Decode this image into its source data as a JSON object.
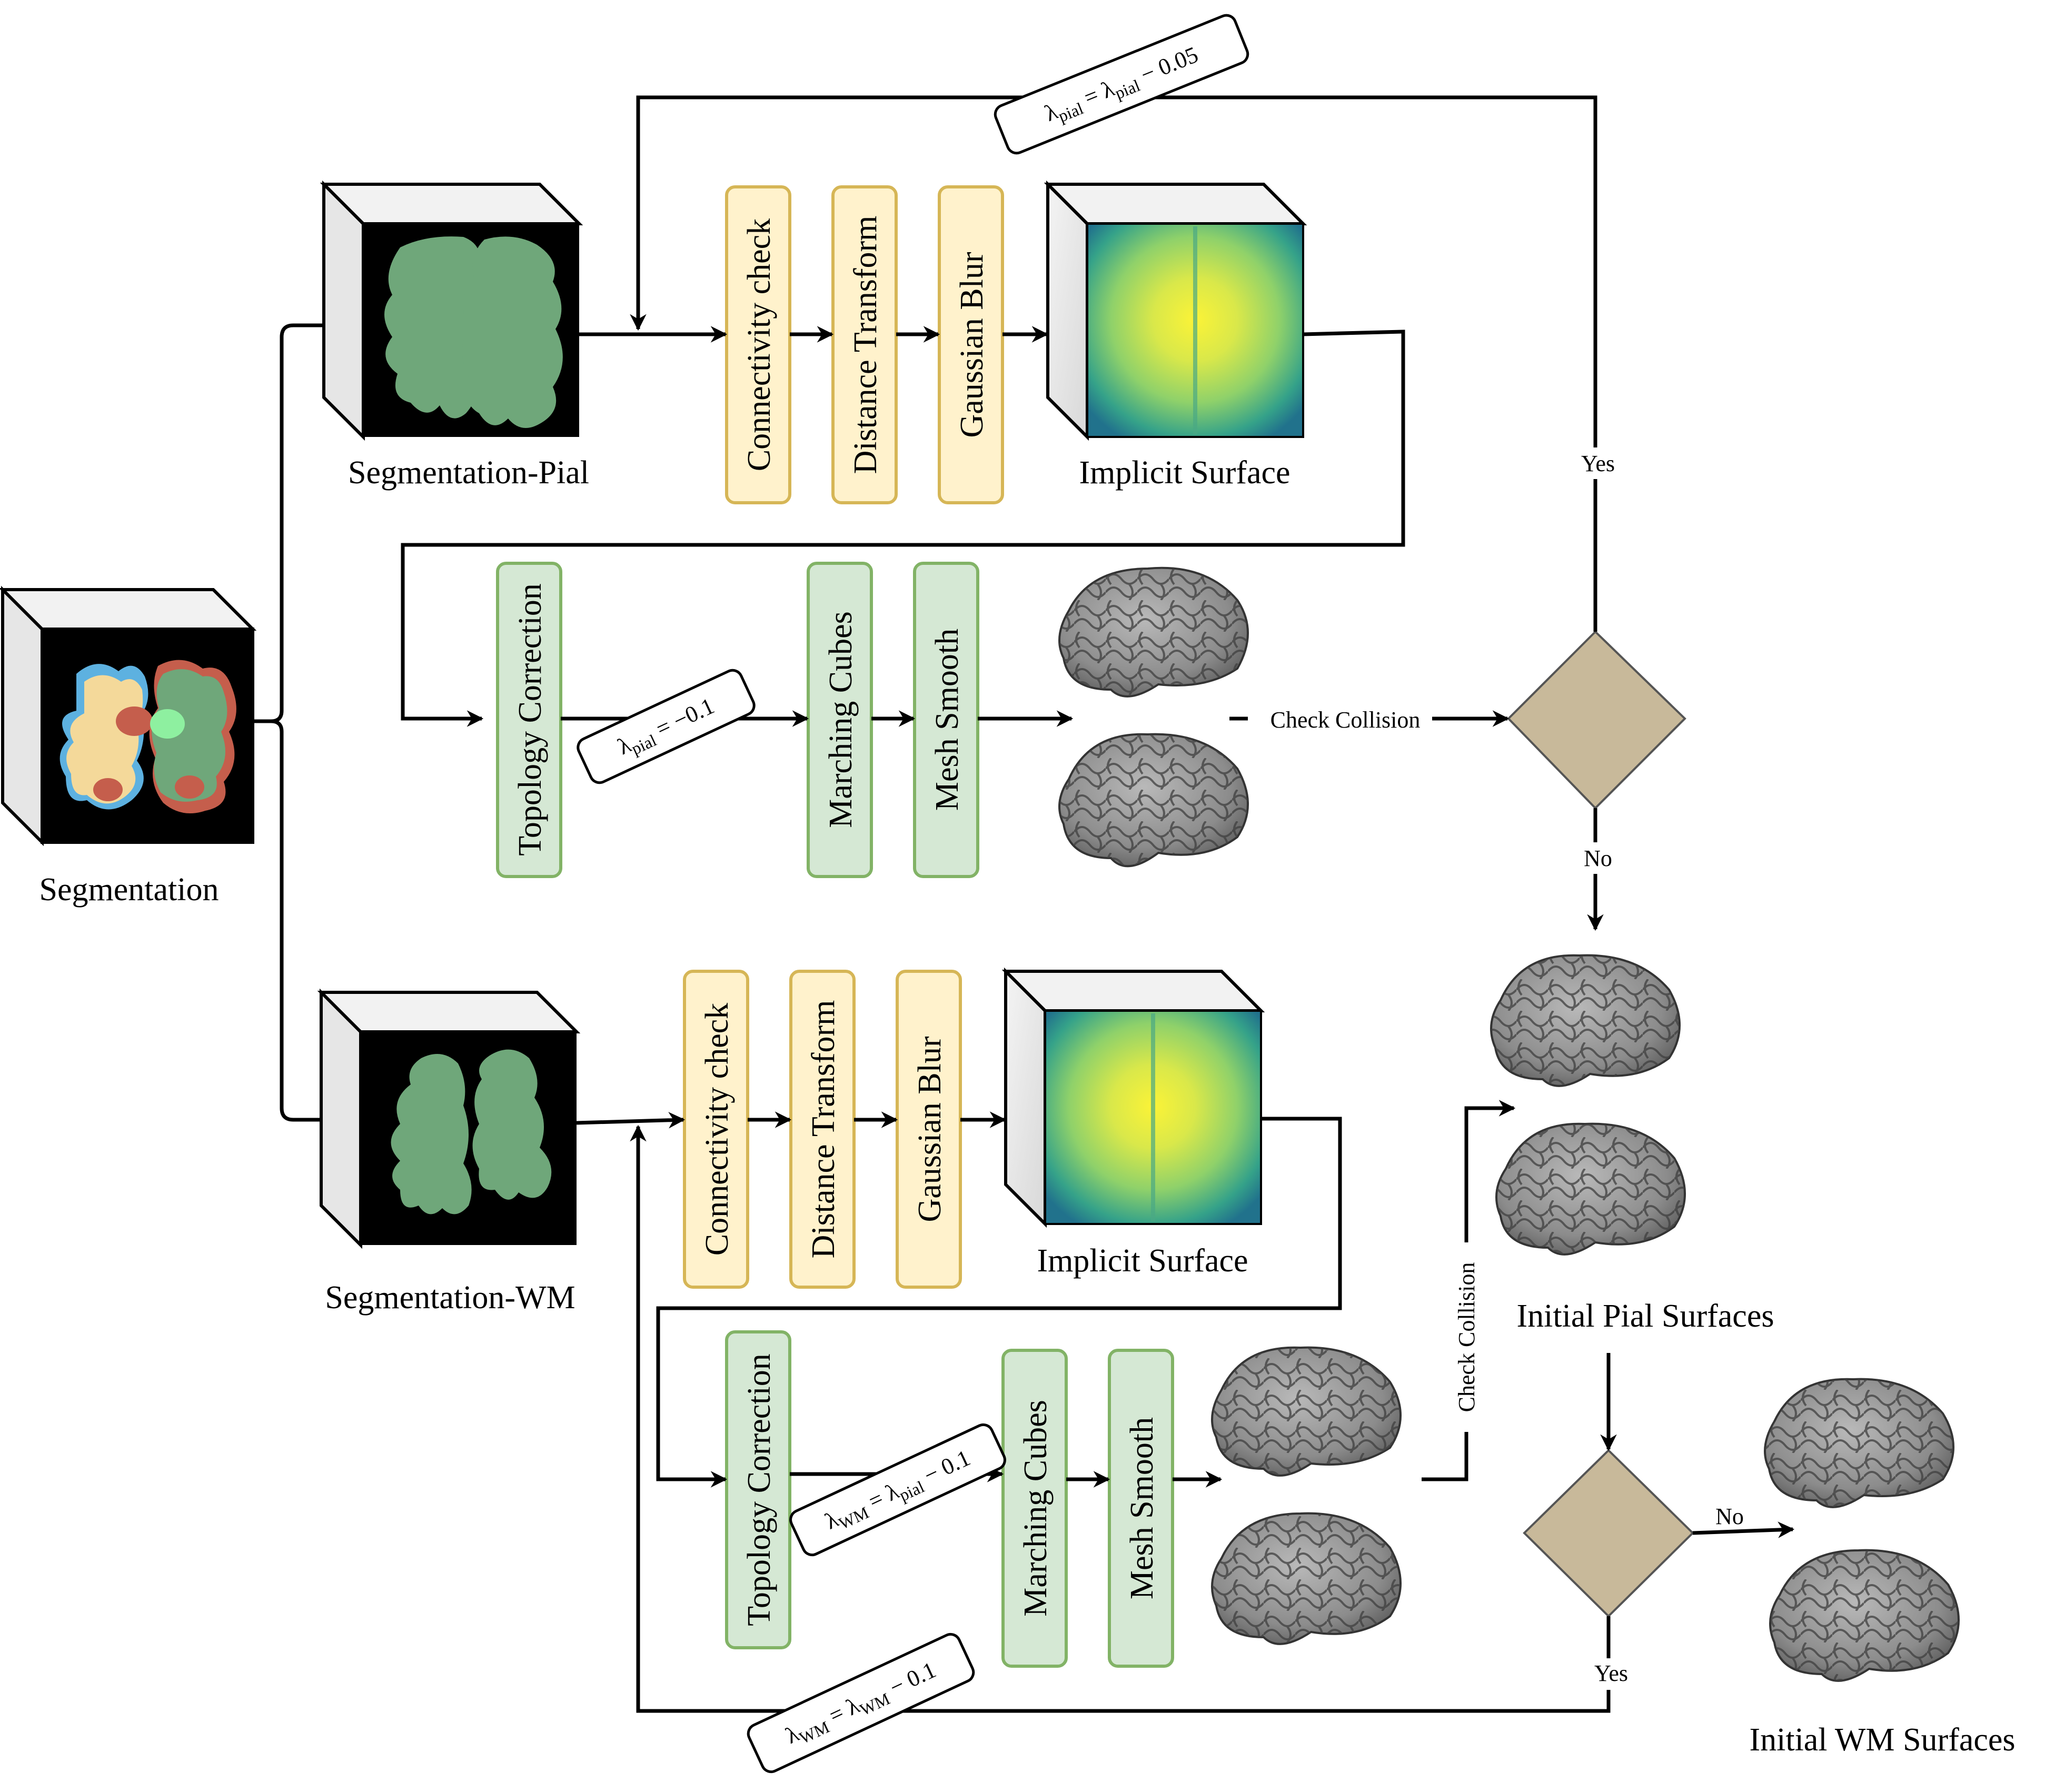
{
  "labels": {
    "segmentation": "Segmentation",
    "seg_pial": "Segmentation-Pial",
    "seg_wm": "Segmentation-WM",
    "implicit_surface": "Implicit Surface",
    "initial_pial": "Initial Pial Surfaces",
    "initial_wm": "Initial WM Surfaces"
  },
  "steps": {
    "connectivity": "Connectivity check",
    "distance": "Distance Transform",
    "gaussian": "Gaussian Blur",
    "topology": "Topology Correction",
    "marching": "Marching Cubes",
    "smooth": "Mesh Smooth"
  },
  "edges": {
    "check_collision": "Check Collision",
    "yes": "Yes",
    "no": "No"
  },
  "equations": {
    "lambda": "λ",
    "pial_sub": "pial",
    "wm_sub": "WM",
    "top_rhs": " − 0.05",
    "pial_init_rhs": " −0.1",
    "wm_init_rhs": " − 0.1",
    "bottom_rhs": " − 0.1",
    "equals": " = "
  },
  "colors": {
    "yellow_fill": "#fff2cc",
    "yellow_stroke": "#d6b656",
    "green_fill": "#d5e8d4",
    "green_stroke": "#82b366",
    "diamond": "#c8b99a",
    "seg_green": "#6fa77a"
  }
}
